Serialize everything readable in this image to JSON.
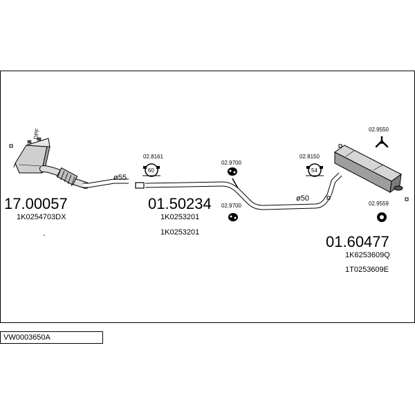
{
  "frame": {
    "stroke": "#000000",
    "fill": "#ffffff"
  },
  "diagram_code": "VW0003650A",
  "front": {
    "dpf_label": "DPF",
    "part_number": "17.00057",
    "oem_number": "1K0254703DX",
    "diameter": "ø55"
  },
  "middle": {
    "part_number": "01.50234",
    "oem_numbers": [
      "1K0253201",
      "1K0253201"
    ],
    "clamp_code": "02.8161",
    "clamp_badge": "60",
    "hanger_top_code": "02.9700",
    "hanger_bottom_code": "02.9700"
  },
  "rear": {
    "part_number": "01.60477",
    "oem_numbers": [
      "1K6253609Q",
      "1T0253609E"
    ],
    "diameter": "ø50",
    "clamp_code": "02.8150",
    "clamp_badge": "54",
    "bracket_code": "02.9550",
    "hanger_code": "02.9559"
  },
  "icons": {
    "dpf": "catalytic-converter-icon",
    "clamp": "pipe-clamp-icon",
    "hanger": "rubber-hanger-icon",
    "bracket": "mounting-bracket-icon",
    "muffler": "rear-silencer-icon"
  }
}
